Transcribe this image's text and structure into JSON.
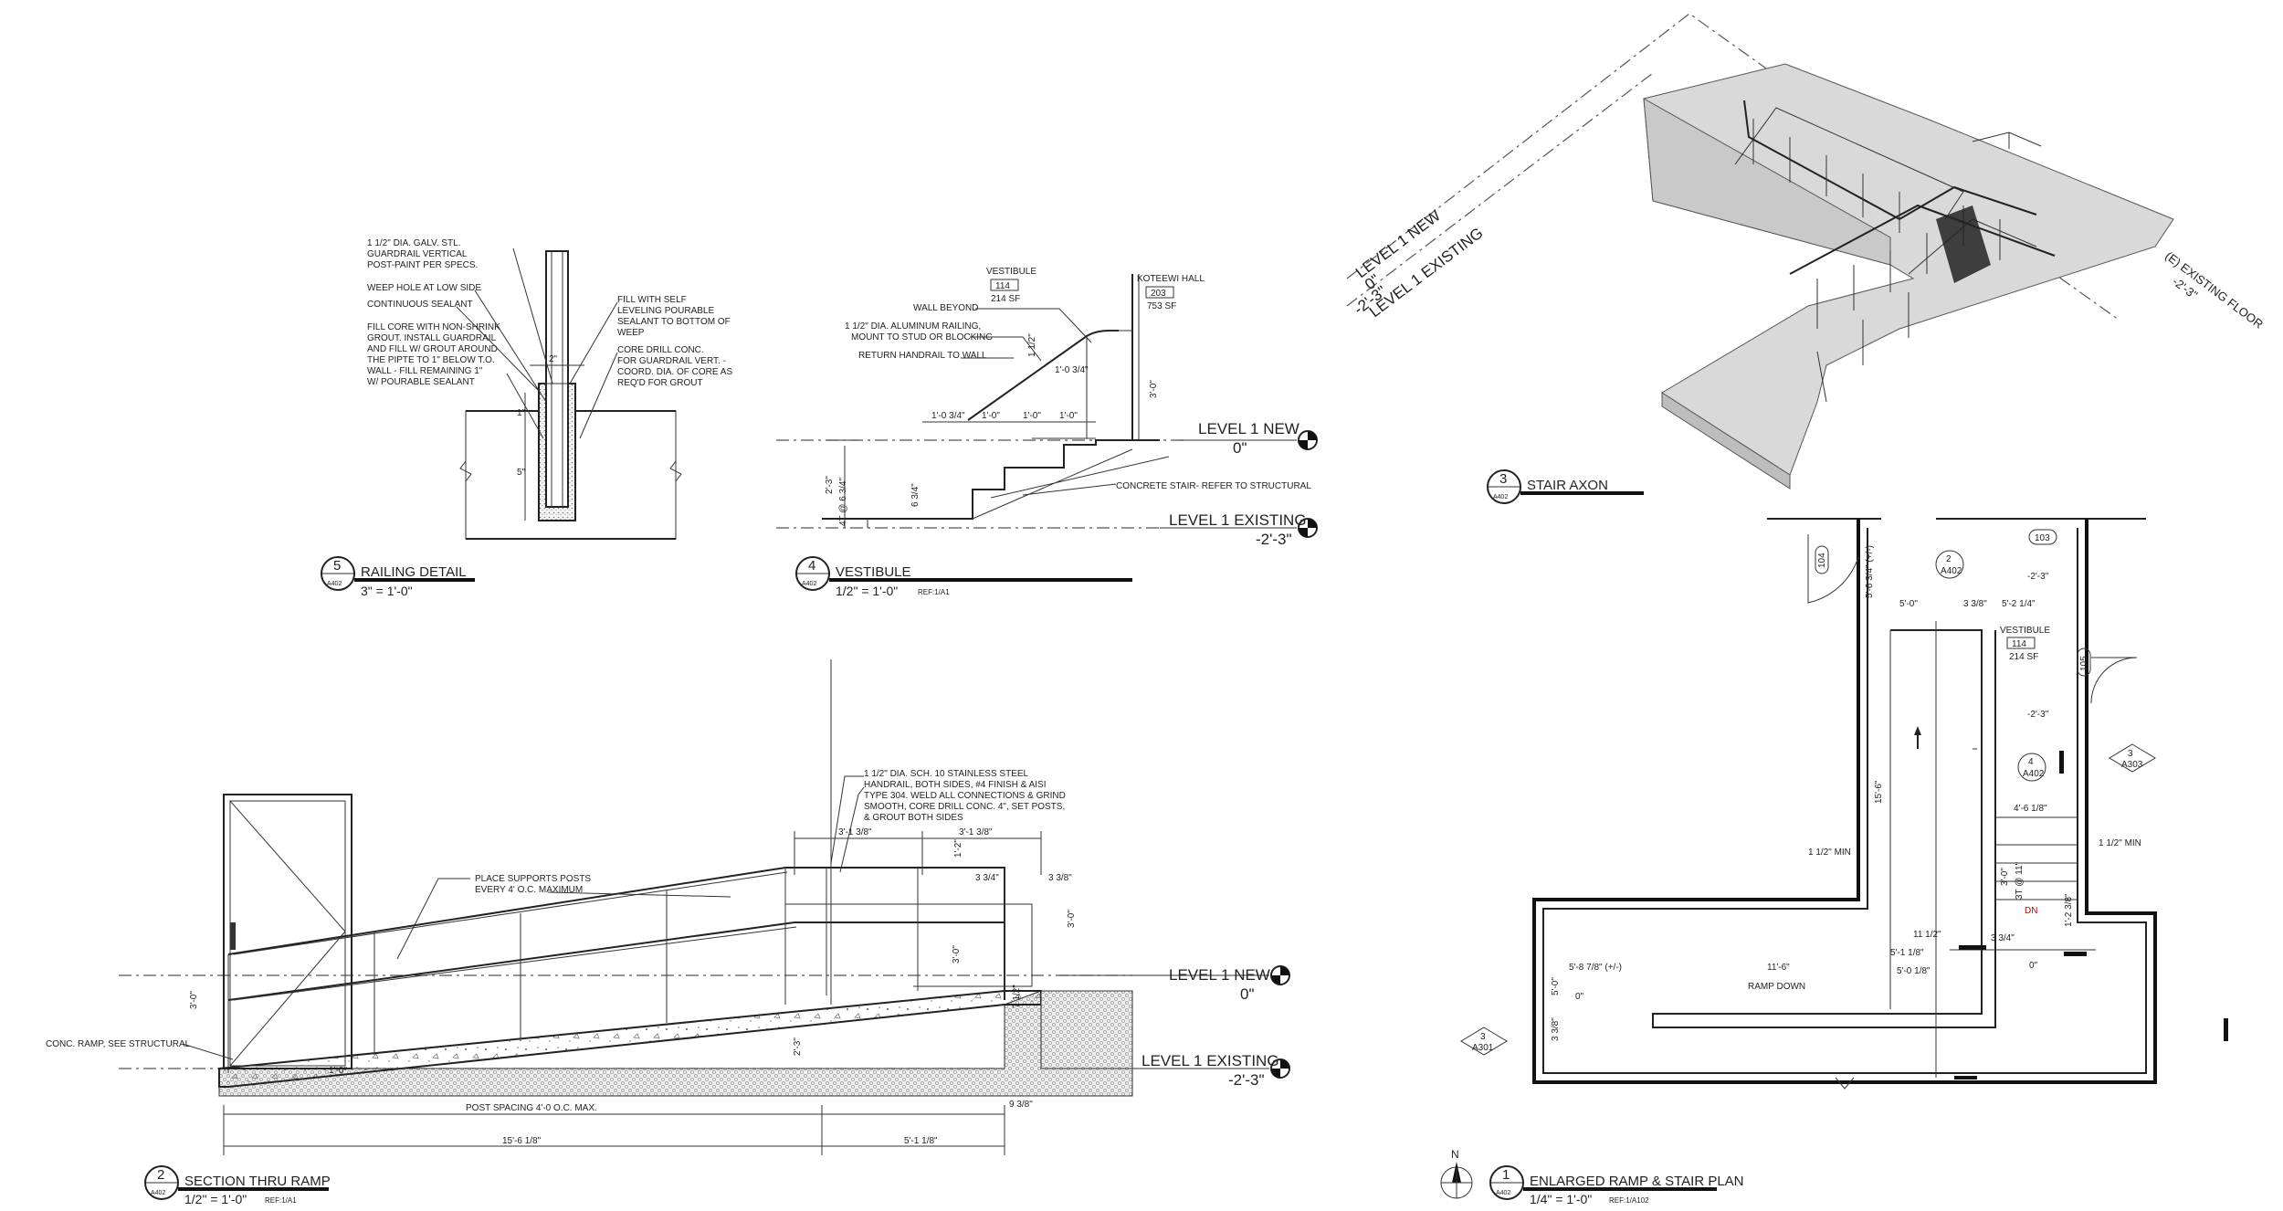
{
  "detail5": {
    "number": "5",
    "sheet": "A402",
    "title": "RAILING DETAIL",
    "scale": "3\" = 1'-0\"",
    "notes": [
      "1 1/2\" DIA. GALV. STL.",
      "GUARDRAIL VERTICAL",
      "POST-PAINT PER SPECS.",
      "WEEP HOLE AT LOW SIDE",
      "CONTINUOUS SEALANT",
      "FILL CORE WITH NON-SHRINK",
      "GROUT. INSTALL GUARDRAIL",
      "AND FILL W/ GROUT AROUND",
      "THE PIPTE TO 1\" BELOW T.O.",
      "WALL - FILL REMAINING 1\"",
      "W/ POURABLE SEALANT"
    ],
    "notes_right": [
      "FILL WITH SELF",
      "LEVELING POURABLE",
      "SEALANT TO BOTTOM OF",
      "WEEP",
      "CORE DRILL CONC.",
      "FOR GUARDRAIL VERT. -",
      "COORD. DIA. OF CORE AS",
      "REQ'D FOR GROUT"
    ],
    "dim_top": "2\"",
    "dim_1": "1\"",
    "dim_5": "5\""
  },
  "detail4": {
    "number": "4",
    "sheet": "A402",
    "title": "VESTIBULE",
    "scale": "1/2\" = 1'-0\"",
    "ref": "REF:1/A1",
    "room1_name": "VESTIBULE",
    "room1_num": "114",
    "room1_area": "214 SF",
    "room2_name": "KOTEEWI HALL",
    "room2_num": "203",
    "room2_area": "753 SF",
    "notes": [
      "WALL BEYOND",
      "1 1/2\" DIA. ALUMINUM RAILING,",
      "MOUNT TO STUD OR BLOCKING",
      "RETURN HANDRAIL TO WALL"
    ],
    "stair_note": "CONCRETE STAIR- REFER TO STRUCTURAL",
    "dims": [
      "1 1/2\"",
      "1'-0 3/4\"",
      "3'-0\"",
      "1'-0 3/4\"",
      "1'-0\"",
      "1'-0\"",
      "1'-0\"",
      "2'-3\"",
      "4T @ 6 3/4\"",
      "6 3/4\""
    ]
  },
  "levels": {
    "new_label": "LEVEL 1 NEW",
    "new_value": "0\"",
    "existing_label": "LEVEL 1 EXISTING",
    "existing_value": "-2'-3\""
  },
  "detail3": {
    "number": "3",
    "sheet": "A402",
    "title": "STAIR AXON",
    "level_new": "LEVEL 1 NEW",
    "level_new_val": "0\"",
    "level_existing": "LEVEL 1 EXISTING",
    "level_existing_val": "-2'-3\"",
    "existing_floor": "(E) EXISTING FLOOR",
    "existing_floor_val": "-2'-3\""
  },
  "detail2": {
    "number": "2",
    "sheet": "A402",
    "title": "SECTION THRU RAMP",
    "scale": "1/2\" = 1'-0\"",
    "ref": "REF:1/A1",
    "rail_note": [
      "1 1/2\" DIA. SCH. 10 STAINLESS STEEL",
      "HANDRAIL, BOTH SIDES, #4 FINISH & AISI",
      "TYPE 304. WELD ALL CONNECTIONS & GRIND",
      "SMOOTH, CORE DRILL CONC. 4\", SET POSTS,",
      "& GROUT BOTH SIDES"
    ],
    "post_note": [
      "PLACE SUPPORTS POSTS",
      "EVERY 4' O.C. MAXIMUM"
    ],
    "ramp_note": "CONC. RAMP, SEE STRUCTURAL",
    "post_spacing": "POST SPACING 4'-0 O.C. MAX.",
    "dims": [
      "15'-6 1/8\"",
      "5'-1 1/8\"",
      "3'-1 3/8\"",
      "3'-1 3/8\"",
      "1'-2\"",
      "3 3/4\"",
      "3 3/8\"",
      "3'-0\"",
      "3'-0\"",
      "3'-0\"",
      "7 1/2\"",
      "2'-3\"",
      "9 3/8\"",
      "1'-0\""
    ]
  },
  "detail1": {
    "number": "1",
    "sheet": "A402",
    "title": "ENLARGED RAMP & STAIR PLAN",
    "scale": "1/4\" = 1'-0\"",
    "ref": "REF:1/A102",
    "north": "N",
    "room_name": "VESTIBULE",
    "room_num": "114",
    "room_area": "214 SF",
    "doors": [
      "104",
      "103",
      "105"
    ],
    "tags": [
      {
        "n": "2",
        "s": "A402"
      },
      {
        "n": "4",
        "s": "A402"
      },
      {
        "n": "3",
        "s": "A303"
      },
      {
        "n": "3",
        "s": "A301"
      }
    ],
    "elevs": [
      "-2'-3\"",
      "-2'-3\"",
      "0\"",
      "0\""
    ],
    "dims": [
      "5'-6 3/4\" (+/-)",
      "5'-0\"",
      "3 3/8\"",
      "5'-2 1/4\"",
      "15'-6\"",
      "4'-6 1/8\"",
      "1 1/2\" MIN",
      "1 1/2\" MIN",
      "3'-0\"",
      "3T @ 11\"",
      "11 1/2\"",
      "3 3/4\"",
      "5'-1 1/8\"",
      "5'-0 1/8\"",
      "5'-8 7/8\" (+/-)",
      "11'-6\"",
      "5'-0\"",
      "3 3/8\"",
      "1'-2 3/8\""
    ],
    "ramp_down": "RAMP DOWN",
    "dn": "DN"
  }
}
